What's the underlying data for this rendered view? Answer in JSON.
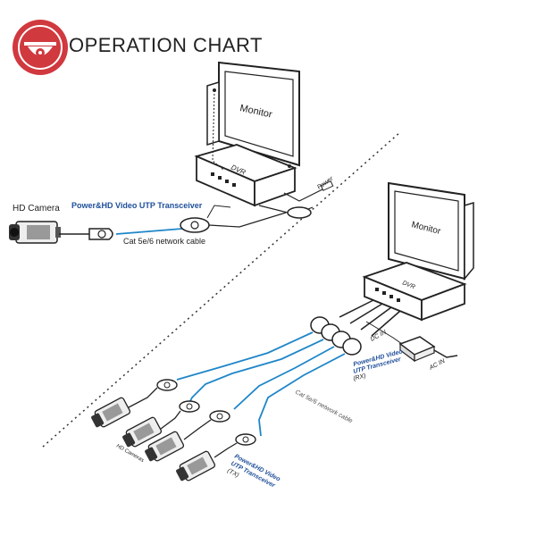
{
  "header": {
    "title": "OPERATION CHART"
  },
  "colors": {
    "brand": "#d0393e",
    "cable": "#1f86c8",
    "line": "#222222"
  },
  "icons": {
    "logo": "dome-camera-icon"
  },
  "single_channel": {
    "camera_label": "HD Camera",
    "transceiver_label": "Power&HD Video UTP Transceiver",
    "cable_label": "Cat 5e/6 network cable",
    "monitor_label": "Monitor",
    "dvr_label": "DVR",
    "power_label": "Power"
  },
  "multi_channel": {
    "monitor_label": "Monitor",
    "dvr_label": "DVR",
    "rx_label_line1": "Power&HD Video",
    "rx_label_line2": "UTP Transceiver",
    "rx_label_line3": "(RX)",
    "tx_label_line1": "Power&HD Video",
    "tx_label_line2": "UTP Transceiver",
    "tx_label_line3": "(TX)",
    "dc_label": "DC IN",
    "ac_label": "AC IN",
    "cable_label": "Cat 5e/6 network cable",
    "cameras_label": "HD Cameras"
  }
}
